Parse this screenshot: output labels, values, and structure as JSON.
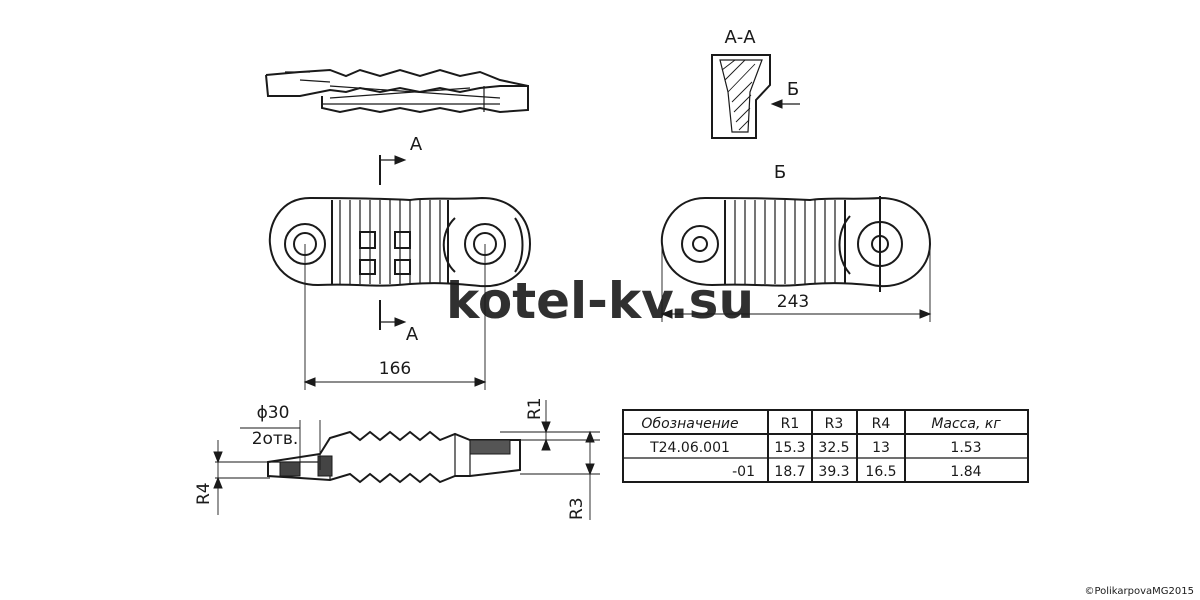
{
  "section_title": "А-А",
  "view_label": "Б",
  "cut_label_top": "А",
  "cut_label_bottom": "А",
  "arrow_label_b": "Б",
  "dim_166": "166",
  "dim_243": "243",
  "dim_d30": "ϕ30",
  "dim_2holes": "2отв.",
  "dim_r1": "R1",
  "dim_r3": "R3",
  "dim_r4": "R4",
  "watermark": "kotel-kv.su",
  "copyright": "©PolikarpovaMG2015",
  "table": {
    "headers": [
      "Обозначение",
      "R1",
      "R3",
      "R4",
      "Масса, кг"
    ],
    "rows": [
      [
        "Т24.06.001",
        "15.3",
        "32.5",
        "13",
        "1.53"
      ],
      [
        "-01",
        "18.7",
        "39.3",
        "16.5",
        "1.84"
      ]
    ]
  }
}
